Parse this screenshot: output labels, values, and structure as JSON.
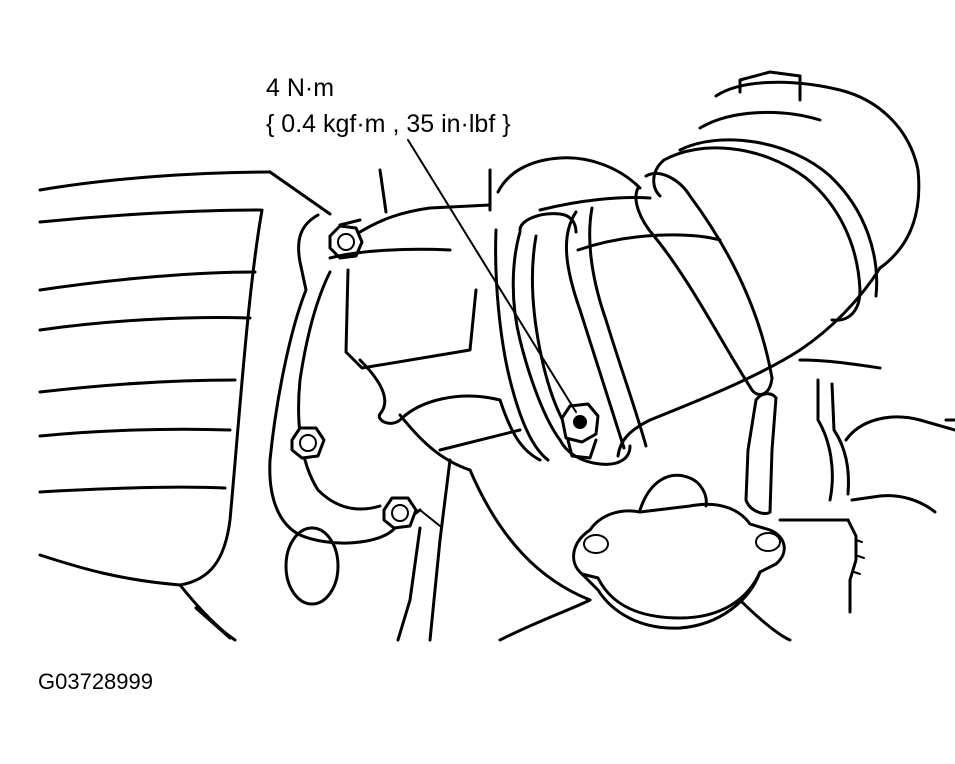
{
  "annotation": {
    "torque_value": "4 N·m",
    "torque_alt": "{ 0.4 kgf·m , 35 in·lbf }"
  },
  "figure_id": "G03728999",
  "colors": {
    "line": "#000000",
    "background": "#ffffff"
  }
}
